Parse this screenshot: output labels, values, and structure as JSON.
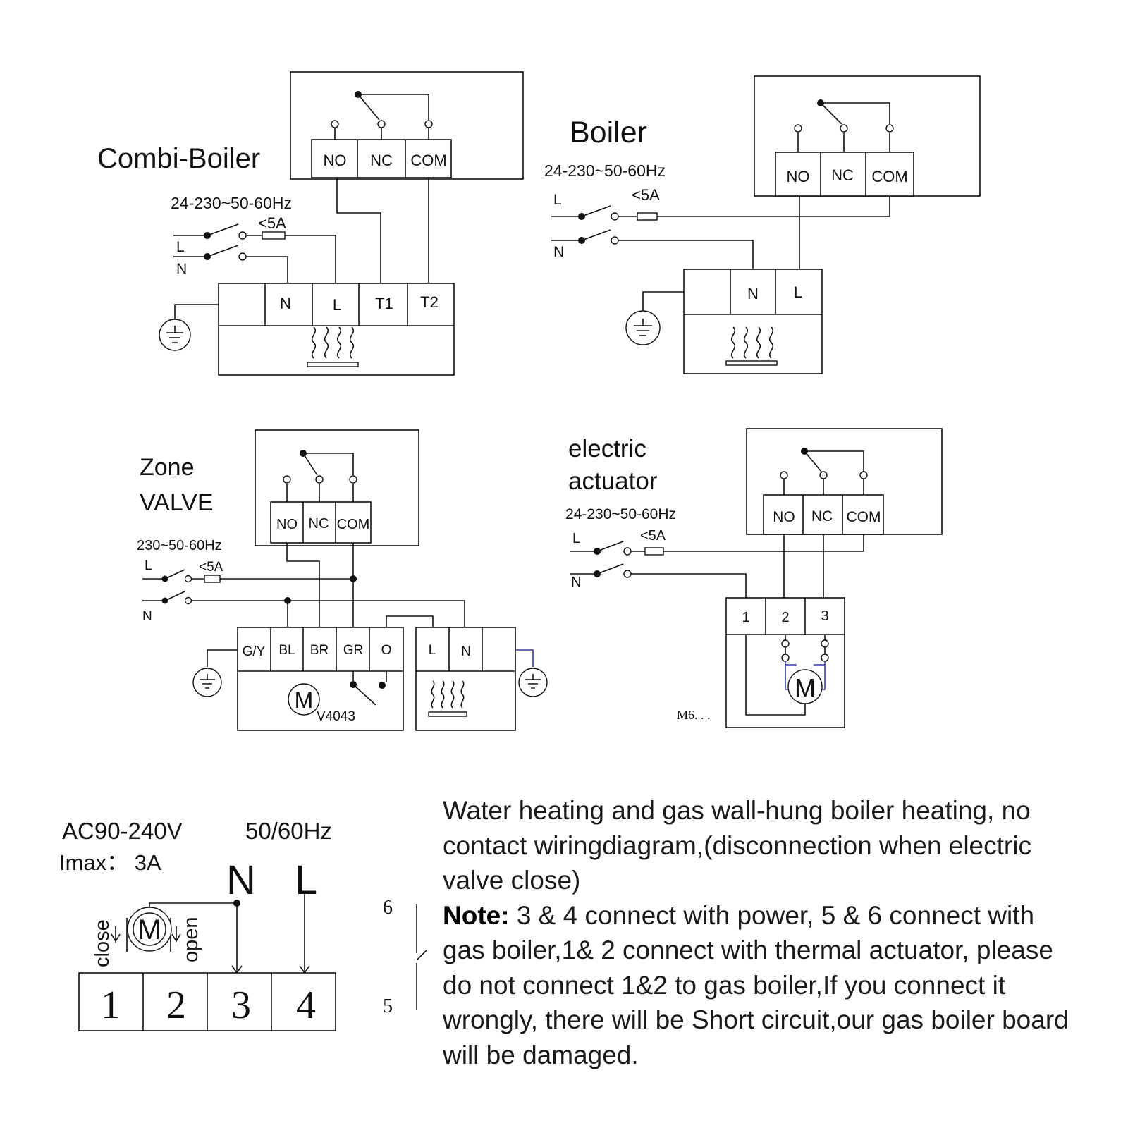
{
  "combi": {
    "title": "Combi-Boiler",
    "power": "24-230~50-60Hz",
    "fuse": "<5A",
    "line_l": "L",
    "line_n": "N",
    "relay_terms": [
      "NO",
      "NC",
      "COM"
    ],
    "boiler_terms": [
      "N",
      "L",
      "T1",
      "T2"
    ]
  },
  "boiler": {
    "title": "Boiler",
    "power": "24-230~50-60Hz",
    "fuse": "<5A",
    "line_l": "L",
    "line_n": "N",
    "relay_terms": [
      "NO",
      "NC",
      "COM"
    ],
    "boiler_terms": [
      "N",
      "L"
    ]
  },
  "zone": {
    "title_line1": "Zone",
    "title_line2": "VALVE",
    "power": "230~50-60Hz",
    "fuse": "<5A",
    "line_l": "L",
    "line_n": "N",
    "relay_terms": [
      "NO",
      "NC",
      "COM"
    ],
    "valve_terms": [
      "G/Y",
      "BL",
      "BR",
      "GR",
      "O"
    ],
    "motor": "M",
    "model": "V4043",
    "boiler_terms": [
      "L",
      "N"
    ]
  },
  "actuator": {
    "title_line1": "electric",
    "title_line2": "actuator",
    "power": "24-230~50-60Hz",
    "fuse": "<5A",
    "line_l": "L",
    "line_n": "N",
    "relay_terms": [
      "NO",
      "NC",
      "COM"
    ],
    "act_terms": [
      "1",
      "2",
      "3"
    ],
    "motor": "M",
    "model": "M6. . ."
  },
  "legend": {
    "voltage": "AC90-240V",
    "freq": "50/60Hz",
    "imax": "Imax： 3A",
    "big_n": "N",
    "big_l": "L",
    "close": "close",
    "open": "open",
    "motor": "M",
    "terminals": [
      "1",
      "2",
      "3",
      "4"
    ],
    "contact_top": "6",
    "contact_bottom": "5"
  },
  "description": {
    "text": "Water heating and gas wall-hung boiler heating, no contact wiringdiagram,(disconnection when electric valve close)",
    "note_label": "Note:",
    "note_text": " 3 & 4 connect with power, 5 & 6 connect with gas boiler,1& 2 connect with thermal actuator, please do not connect 1&2 to gas boiler,If you connect it wrongly, there will be Short circuit,our gas boiler board will be damaged."
  }
}
